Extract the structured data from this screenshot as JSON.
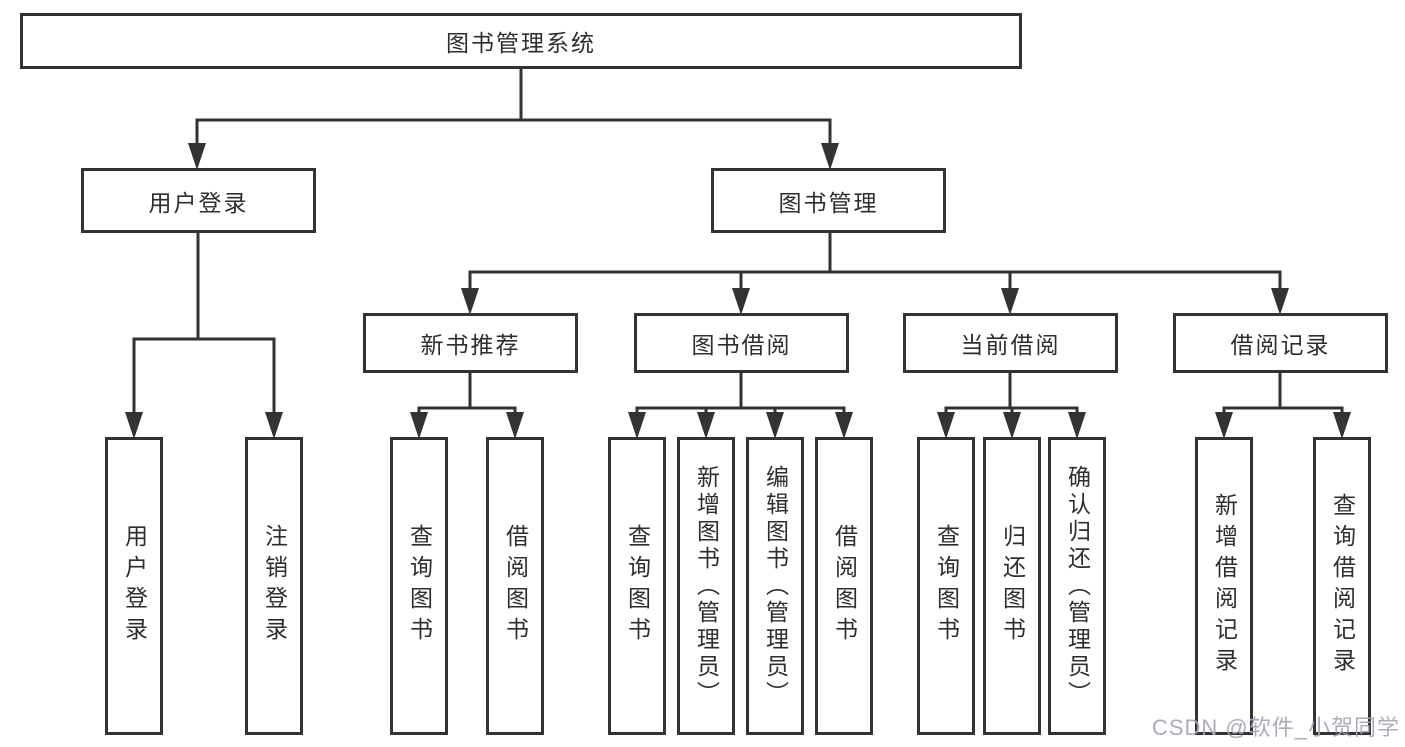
{
  "watermark": "CSDN @软件_小贺同学",
  "colors": {
    "line": "#333333",
    "box_border": "#333333",
    "text": "#2e2e2e",
    "watermark": "#a6a8b5",
    "background": "#ffffff"
  },
  "tree": {
    "root": {
      "label": "图书管理系统"
    },
    "branches": [
      {
        "label": "用户登录",
        "children": [
          {
            "label": "用户登录"
          },
          {
            "label": "注销登录"
          }
        ]
      },
      {
        "label": "图书管理",
        "children": [
          {
            "label": "新书推荐",
            "children": [
              {
                "label": "查询图书"
              },
              {
                "label": "借阅图书"
              }
            ]
          },
          {
            "label": "图书借阅",
            "children": [
              {
                "label": "查询图书"
              },
              {
                "label": "新增图书（管理员）"
              },
              {
                "label": "编辑图书（管理员）"
              },
              {
                "label": "借阅图书"
              }
            ]
          },
          {
            "label": "当前借阅",
            "children": [
              {
                "label": "查询图书"
              },
              {
                "label": "归还图书"
              },
              {
                "label": "确认归还（管理员）"
              }
            ]
          },
          {
            "label": "借阅记录",
            "children": [
              {
                "label": "新增借阅记录"
              },
              {
                "label": "查询借阅记录"
              }
            ]
          }
        ]
      }
    ]
  }
}
